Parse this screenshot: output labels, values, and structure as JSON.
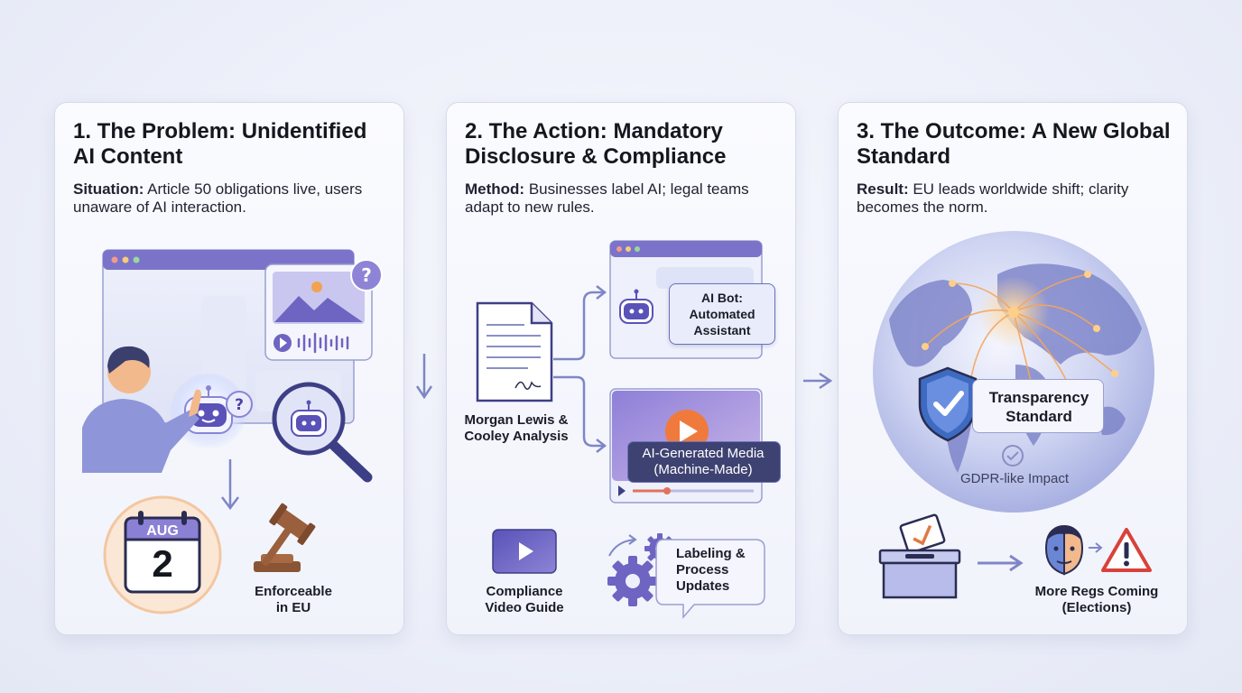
{
  "card1": {
    "title": "1. The Problem: Unidentified AI Content",
    "desc_label": "Situation:",
    "desc_text": " Article 50 obligations live, users unaware of AI interaction.",
    "calendar_month": "AUG",
    "calendar_day": "2",
    "enforce_label_1": "Enforceable",
    "enforce_label_2": "in EU"
  },
  "card2": {
    "title": "2. The Action: Mandatory Disclosure & Compliance",
    "desc_label": "Method:",
    "desc_text": " Businesses label AI; legal teams adapt to new rules.",
    "doc_label_1": "Morgan Lewis &",
    "doc_label_2": "Cooley Analysis",
    "bot_label_1": "AI Bot:",
    "bot_label_2": "Automated",
    "bot_label_3": "Assistant",
    "media_label_1": "AI-Generated Media",
    "media_label_2": "(Machine-Made)",
    "video_label_1": "Compliance",
    "video_label_2": "Video Guide",
    "process_label_1": "Labeling &",
    "process_label_2": "Process",
    "process_label_3": "Updates"
  },
  "card3": {
    "title": "3. The Outcome: A New Global Standard",
    "desc_label": "Result:",
    "desc_text": " EU leads worldwide shift; clarity becomes the norm.",
    "standard_label_1": "Transparency",
    "standard_label_2": "Standard",
    "impact_label": "GDPR-like Impact",
    "regs_label_1": "More Regs Coming",
    "regs_label_2": "(Elections)"
  },
  "colors": {
    "accent": "#7a6fd0",
    "accent_dark": "#3d3f86",
    "calendar_ring": "#f3c7a0",
    "play_orange": "#f07a3c",
    "warning_red": "#d8423a"
  }
}
